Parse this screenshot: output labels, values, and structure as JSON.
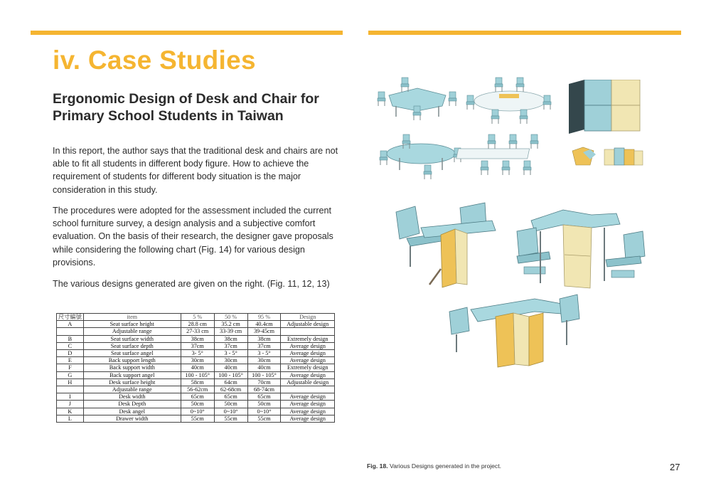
{
  "section_title": "iv. Case Studies",
  "heading": "Ergonomic Design of Desk and Chair for Primary School Students in Taiwan",
  "paragraphs": [
    "In this report, the author says that the traditional desk and chairs are not able to fit all students in different body figure. How to achieve the requirement of students for different body situation is the major consideration in this study.",
    "The procedures were adopted for the assessment included the current school furniture survey, a design analysis and a subjective comfort evaluation. On the basis of their research, the designer gave proposals while considering the following chart (Fig. 14) for various design provisions.",
    "The various designs generated are given on the right. (Fig. 11, 12, 13)"
  ],
  "table": {
    "headers": [
      "尺寸編號",
      "item",
      "5 %",
      "50 %",
      "95 %",
      "Design"
    ],
    "rows": [
      [
        "A",
        "Seat surface height",
        "28.8 cm",
        "35.2 cm",
        "40.4cm",
        "Adjustable design"
      ],
      [
        "",
        "Adjustable range",
        "27-33 cm",
        "33-39 cm",
        "39-45cm",
        ""
      ],
      [
        "B",
        "Seat surface width",
        "38cm",
        "38cm",
        "38cm",
        "Extremely design"
      ],
      [
        "C",
        "Seat surface depth",
        "37cm",
        "37cm",
        "37cm",
        "Average design"
      ],
      [
        "D",
        "Seat surface angel",
        "3- 5°",
        "3 - 5°",
        "3 - 5°",
        "Average design"
      ],
      [
        "E",
        "Back support length",
        "30cm",
        "30cm",
        "30cm",
        "Average design"
      ],
      [
        "F",
        "Back support width",
        "40cm",
        "40cm",
        "40cm",
        "Extremely design"
      ],
      [
        "G",
        "Back support angel",
        "100 - 105°",
        "100 - 105°",
        "100 - 105°",
        "Average design"
      ],
      [
        "H",
        "Desk surface height",
        "58cm",
        "64cm",
        "70cm",
        "Adjustable design"
      ],
      [
        "",
        "Adjustable range",
        "56-62cm",
        "62-68cm",
        "68-74cm",
        ""
      ],
      [
        "I",
        "Desk width",
        "65cm",
        "65cm",
        "65cm",
        "Average design"
      ],
      [
        "J",
        "Desk Depth",
        "50cm",
        "50cm",
        "50cm",
        "Average design"
      ],
      [
        "K",
        "Desk angel",
        "0~10°",
        "0~10°",
        "0~10°",
        "Average design"
      ],
      [
        "L",
        "Drawer width",
        "55cm",
        "55cm",
        "55cm",
        "Average design"
      ]
    ]
  },
  "caption": {
    "label": "Fig. 18.",
    "text": "Various Designs generated in the project."
  },
  "page_number": "27",
  "colors": {
    "accent": "#f5b531",
    "furniture_teal": "#9fd0d8",
    "furniture_cream": "#f1e6b3",
    "furniture_yellow": "#eec257",
    "cabinet_dark": "#34474c"
  }
}
